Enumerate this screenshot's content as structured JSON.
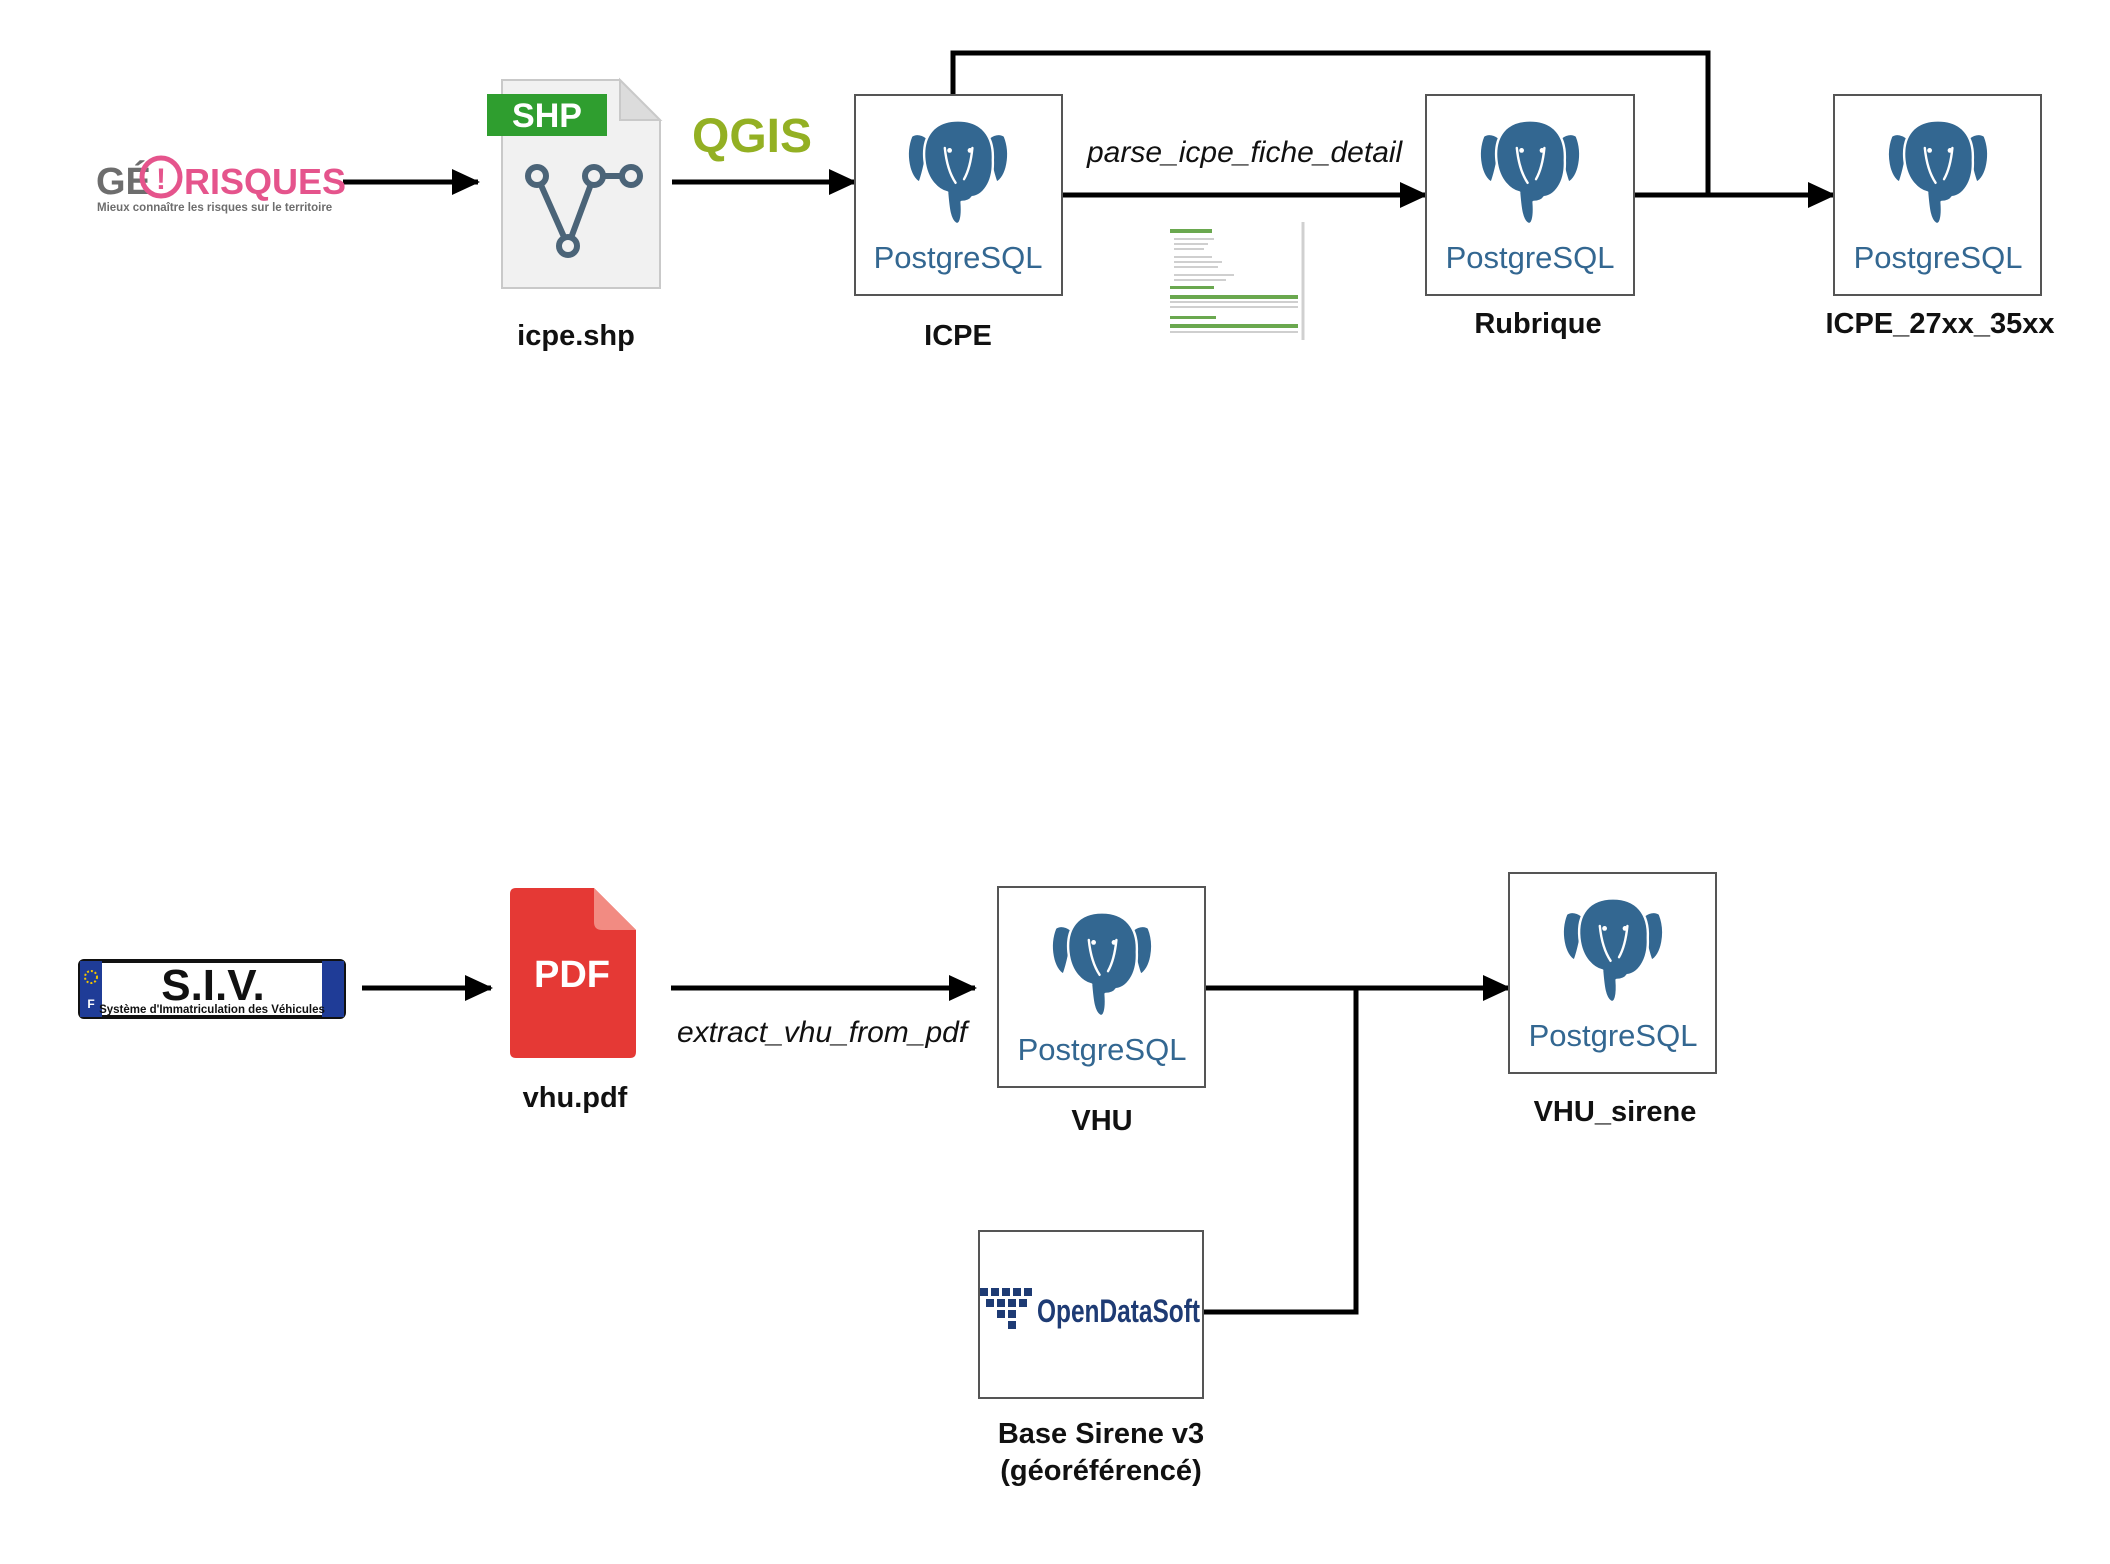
{
  "logos": {
    "georisques_text_ge": "GÉ",
    "georisques_text_risques": "RISQUES",
    "georisques_tagline": "Mieux connaître les risques sur le territoire",
    "shp_badge": "SHP",
    "qgis": "QGIS",
    "postgres_text_a": "Postgre",
    "postgres_text_b": "SQL",
    "siv_title": "S.I.V.",
    "siv_subtitle": "Système d'Immatriculation des Véhicules",
    "siv_country": "F",
    "pdf_badge": "PDF",
    "opendatasoft": "OpenDataSoft"
  },
  "nodes": {
    "icpe_shp": "icpe.shp",
    "icpe": "ICPE",
    "rubrique": "Rubrique",
    "icpe_27xx_35xx": "ICPE_27xx_35xx",
    "vhu_pdf": "vhu.pdf",
    "vhu": "VHU",
    "vhu_sirene": "VHU_sirene",
    "base_sirene_line1": "Base Sirene v3",
    "base_sirene_line2": "(géoréférencé)"
  },
  "edges": {
    "parse": "parse_icpe_fiche_detail",
    "extract": "extract_vhu_from_pdf"
  },
  "colors": {
    "postgres_blue": "#336791",
    "postgres_text": "#336791",
    "georisques_pink": "#e5548c",
    "georisques_gray": "#6d6d6d",
    "qgis_green": "#93b023",
    "shp_green": "#2f9e2f",
    "pdf_red": "#e53935",
    "ods_blue": "#1e3b74",
    "siv_blue": "#1f3c97"
  }
}
